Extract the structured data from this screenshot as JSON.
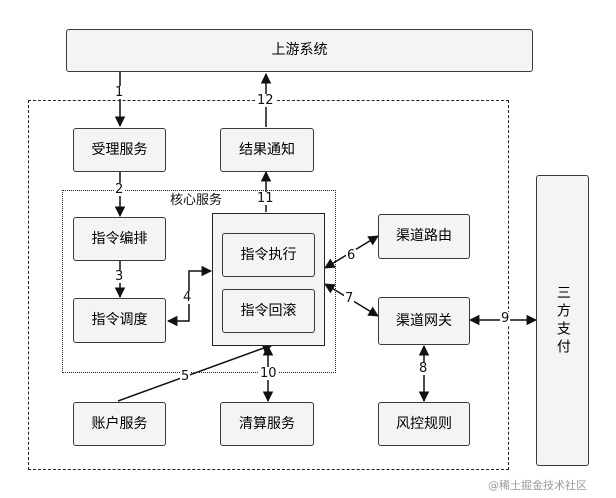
{
  "nodes": {
    "upstream": "上游系统",
    "accept": "受理服务",
    "notify": "结果通知",
    "core": "核心服务",
    "orchestrate": "指令编排",
    "schedule": "指令调度",
    "execute": "指令执行",
    "rollback": "指令回滚",
    "route": "渠道路由",
    "gateway": "渠道网关",
    "account": "账户服务",
    "clearing": "清算服务",
    "risk": "风控规则",
    "third_party": "三方支付"
  },
  "edges": {
    "e1": "1",
    "e2": "2",
    "e3": "3",
    "e4": "4",
    "e5": "5",
    "e6": "6",
    "e7": "7",
    "e8": "8",
    "e9": "9",
    "e10": "10",
    "e11": "11",
    "e12": "12"
  },
  "watermark": "@稀土掘金技术社区"
}
